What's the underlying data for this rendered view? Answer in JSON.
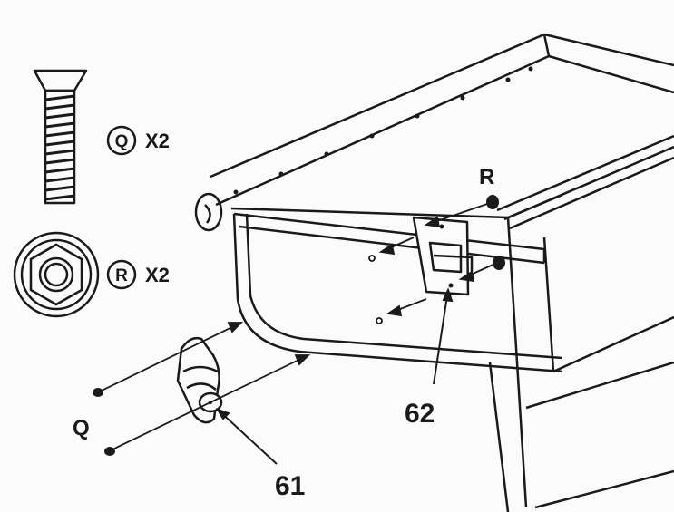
{
  "legend": [
    {
      "part": "screw",
      "letter": "Q",
      "quantity": "X2",
      "icon": "flat-head-screw-icon"
    },
    {
      "part": "nut",
      "letter": "R",
      "quantity": "X2",
      "icon": "hex-nut-icon"
    }
  ],
  "callouts": {
    "r_label": "R",
    "q_label": "Q",
    "part_62": "62",
    "part_61": "61"
  },
  "colors": {
    "line": "#1a1a1a",
    "background": "#fbfbfb"
  }
}
